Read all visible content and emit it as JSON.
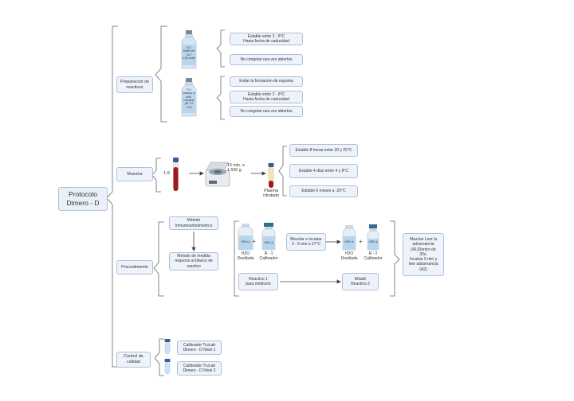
{
  "root": {
    "label": "Protocolo\nDimero - D"
  },
  "categories": {
    "prep": "Preparacion de\nreactivos",
    "muestra": "Muestra",
    "proc": "Procedimiento",
    "control": "Control de\ncalidad"
  },
  "prep": {
    "bottle1_label": "R-1\nBuffer pH\n8.0\n0.05 mol/L",
    "bottle2_label": "R-2\nDimero D\nanti-\nhumano\npH 7.0\n<1%",
    "r1_notes": [
      "Estable entre 2 - 8°C\nHasta fecha de caducidad",
      "No congelar una vez abiertos"
    ],
    "r2_notes": [
      "Evitar la formacion de espuma",
      "Estable entre 2 - 8°C\nHasta fecha de caducidad",
      "No congelar una vez abiertos"
    ]
  },
  "muestra": {
    "ratio": "1:9",
    "centrifuge": "15 min. a\n1.500 g",
    "plasma": "Plasma\ncitratado",
    "stability": [
      "Estable 8 horas entre 20 y 25°C",
      "Estable 4 dias entre 4 y 8°C",
      "Estable 6 meses a -20°C"
    ]
  },
  "proc": {
    "method": "Método\nInmunoturbidimetrico",
    "measure": "Metodo de medida\nrespecto al blanco de\nreactivo",
    "vial_h2o_1": "900 ul",
    "vial_r1": "900 ul",
    "h2o_1": "H2O\nDestilada",
    "r1_cal": "R - 1\nCalibrador",
    "mix": "Mezclar e incubar\n3 - 5 min a 37°C",
    "vial_h2o_2": "900 ul",
    "vial_r2": "300 ul",
    "h2o_2": "H2O\nDestilada",
    "r2_cal": "R - 2\nCalibrador",
    "read": "Mezclar Leer la\nadsorvancia\n(A1)Dentro de\n30s.\nIncubar 5 min y\nleer adsorvancia\n(A2)",
    "reagent1": "Reactivo 1\npara medicion",
    "add_r2": "Añadir\nReactivo 2"
  },
  "control": {
    "items": [
      "Calibrador TruLab\nDimero - D Nivel 1",
      "Calibrador TruLab\nDimero - D Nivel 2"
    ]
  },
  "colors": {
    "box_fill": "#eef3fb",
    "box_border": "#aebfd8",
    "line": "#555555",
    "vial_fill": "#cfe2f3",
    "blood": "#9e1b1b",
    "cap": "#5b6b7d"
  }
}
